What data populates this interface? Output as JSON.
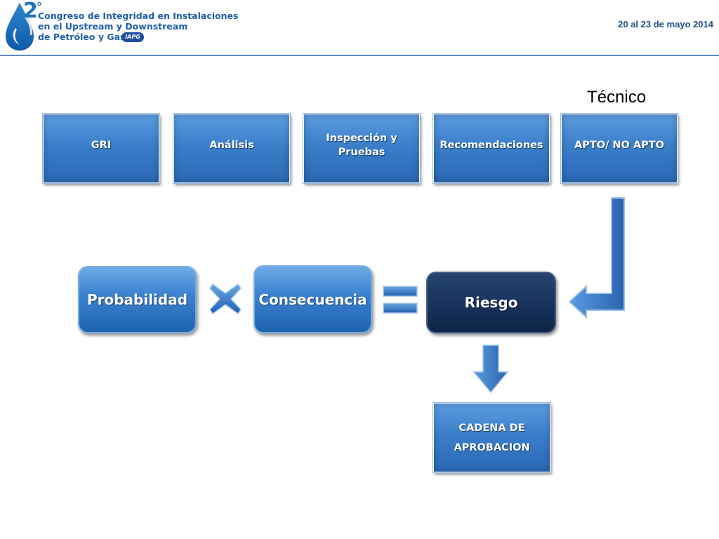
{
  "header": {
    "logo_number": "2",
    "logo_degree": "°",
    "conference_lines": [
      "Congreso de Integridad en Instalaciones",
      "en el Upstream y Downstream",
      "de Petróleo y Gas"
    ],
    "org_badge": "IAPG",
    "date": "20 al 23 de mayo 2014"
  },
  "diagram": {
    "group_label": "Técnico",
    "steps": [
      "GRI",
      "Análisis",
      "Inspección y Pruebas",
      "Recomendaciones",
      "APTO/ NO APTO"
    ],
    "formula": {
      "term1": "Probabilidad",
      "term2": "Consecuencia",
      "result": "Riesgo"
    },
    "approval": [
      "CADENA DE",
      "APROBACION"
    ]
  },
  "colors": {
    "box_blue": "#3b7fcb",
    "result_dark": "#16305a",
    "arrow_blue": "#3a78c9",
    "header_text": "#1f5fa8"
  }
}
